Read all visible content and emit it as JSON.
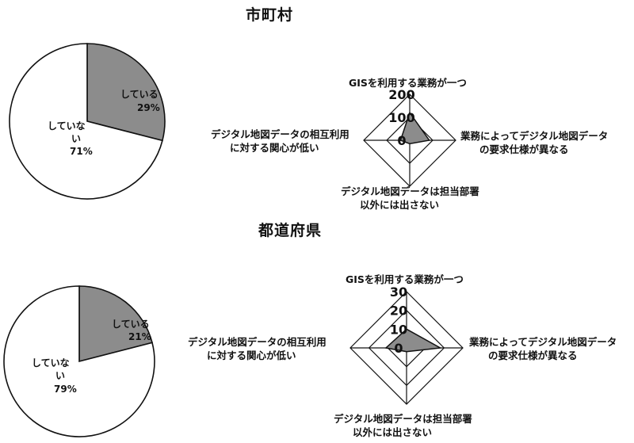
{
  "chart_data": [
    {
      "type": "pie",
      "title": "市町村",
      "slices": [
        {
          "label": "している",
          "value": 29,
          "value_label": "29%",
          "color": "#8c8c8c"
        },
        {
          "label": "していない",
          "value": 71,
          "value_label": "71%",
          "color": "#ffffff"
        }
      ]
    },
    {
      "type": "radar",
      "axes": [
        {
          "label_lines": [
            "GISを利用する業務が一つ"
          ]
        },
        {
          "label_lines": [
            "業務によってデジタル地図データ",
            "の要求仕様が異なる"
          ]
        },
        {
          "label_lines": [
            "デジタル地図データは担当部署",
            "以外には出さない"
          ]
        },
        {
          "label_lines": [
            "デジタル地図データの相互利用",
            "に対する関心が低い"
          ]
        }
      ],
      "ticks": [
        0,
        100,
        200
      ],
      "max": 200,
      "values": [
        120,
        85,
        15,
        40
      ],
      "fill_color": "#8c8c8c"
    },
    {
      "type": "pie",
      "title": "都道府県",
      "slices": [
        {
          "label": "している",
          "value": 21,
          "value_label": "21%",
          "color": "#8c8c8c"
        },
        {
          "label": "していない",
          "value": 79,
          "value_label": "79%",
          "color": "#ffffff"
        }
      ]
    },
    {
      "type": "radar",
      "axes": [
        {
          "label_lines": [
            "GISを利用する業務が一つ"
          ]
        },
        {
          "label_lines": [
            "業務によってデジタル地図データ",
            "の要求仕様が異なる"
          ]
        },
        {
          "label_lines": [
            "デジタル地図データは担当部署",
            "以外には出さない"
          ]
        },
        {
          "label_lines": [
            "デジタル地図データの相互利用",
            "に対する関心が低い"
          ]
        }
      ],
      "ticks": [
        0,
        10,
        20,
        30
      ],
      "max": 30,
      "values": [
        10,
        18,
        2,
        11
      ],
      "fill_color": "#8c8c8c"
    }
  ]
}
